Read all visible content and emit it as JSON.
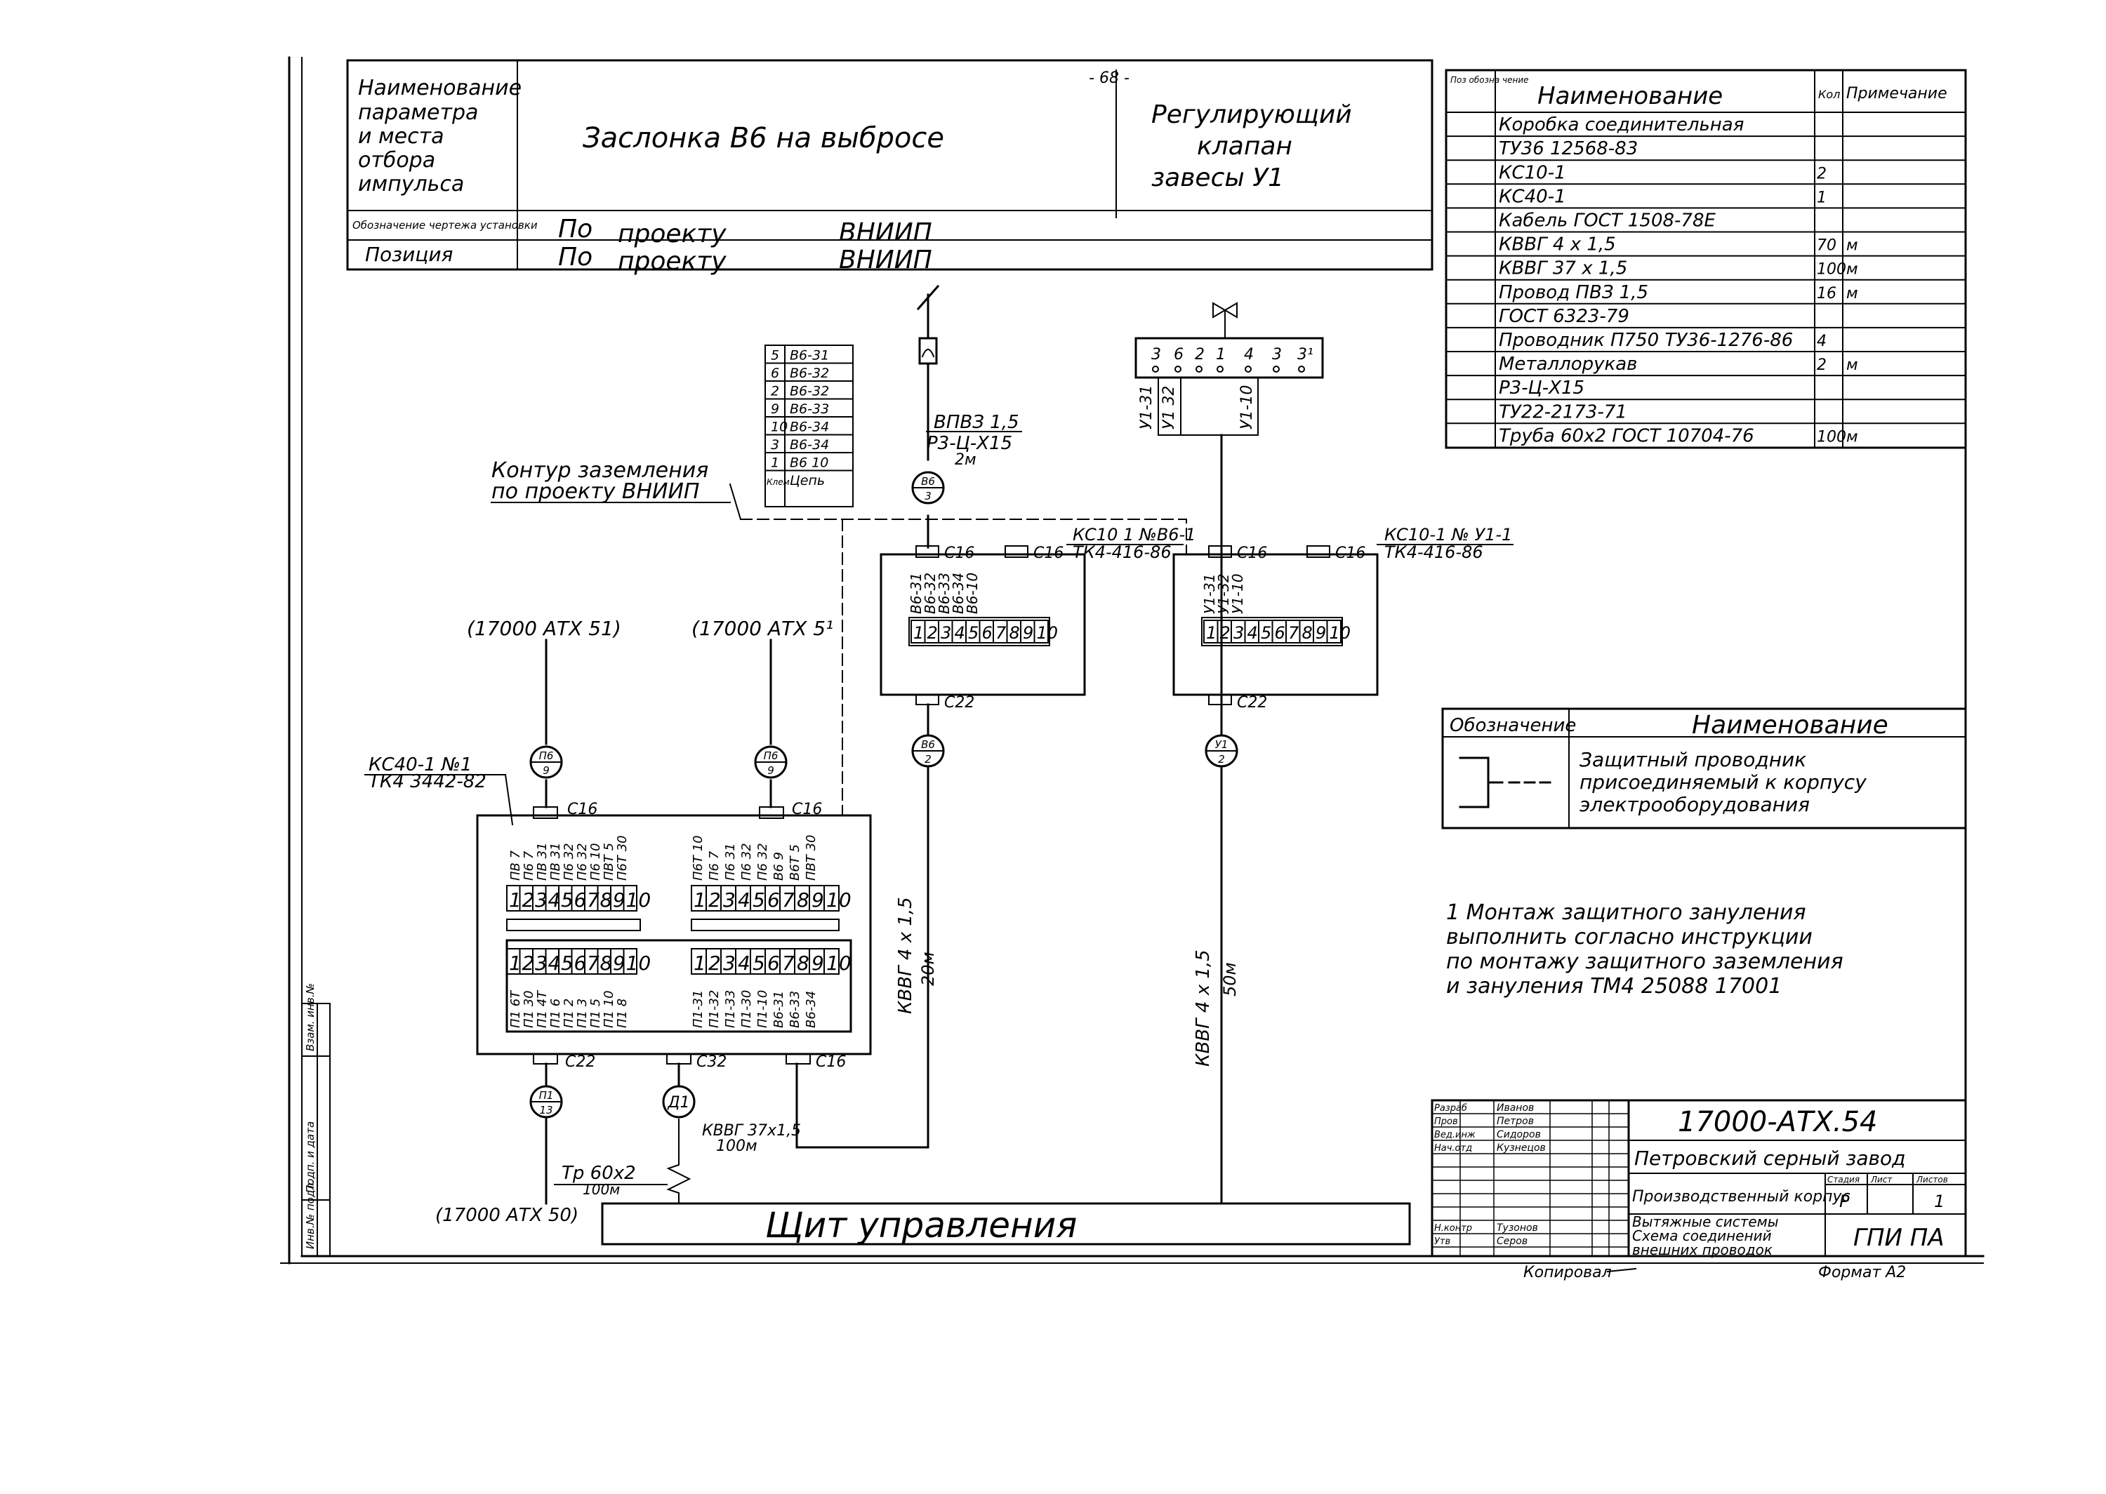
{
  "page_number": "- 68 -",
  "header": {
    "param_label": [
      "Наименование",
      "параметра",
      "и места",
      "отбора",
      "импульса"
    ],
    "param_value": "Заслонка В6 на выбросе",
    "right_value": [
      "Регулирующий",
      "клапан",
      "завесы У1"
    ],
    "install_label": "Обозначение чертежа установки",
    "install_value": [
      "По",
      "проекту",
      "ВНИИП"
    ],
    "position_label": "Позиция",
    "position_value": [
      "По",
      "проекту",
      "ВНИИП"
    ]
  },
  "spec_table": {
    "headers": [
      "Поз обозна чение",
      "Наименование",
      "Кол",
      "Примечание"
    ],
    "rows": [
      {
        "name": "Коробка соединительная",
        "qty": "",
        "note": ""
      },
      {
        "name": "ТУ36 12568-83",
        "qty": "",
        "note": ""
      },
      {
        "name": "КС10-1",
        "qty": "2",
        "note": ""
      },
      {
        "name": "КС40-1",
        "qty": "1",
        "note": ""
      },
      {
        "name": "Кабель ГОСТ 1508-78Е",
        "qty": "",
        "note": ""
      },
      {
        "name": "КВВГ 4 х 1,5",
        "qty": "70",
        "note": "м"
      },
      {
        "name": "КВВГ 37 х 1,5",
        "qty": "100",
        "note": "м"
      },
      {
        "name": "Провод ПВЗ 1,5",
        "qty": "16",
        "note": "м"
      },
      {
        "name": "ГОСТ 6323-79",
        "qty": "",
        "note": ""
      },
      {
        "name": "Проводник П750 ТУ36-1276-86",
        "qty": "4",
        "note": ""
      },
      {
        "name": "Металлорукав",
        "qty": "2",
        "note": "м"
      },
      {
        "name": "Р3-Ц-Х15",
        "qty": "",
        "note": ""
      },
      {
        "name": "ТУ22-2173-71",
        "qty": "",
        "note": ""
      },
      {
        "name": "Труба 60х2 ГОСТ 10704-76",
        "qty": "100",
        "note": "м"
      }
    ]
  },
  "chain_table": {
    "rows": [
      [
        "5",
        "В6-31"
      ],
      [
        "6",
        "В6-32"
      ],
      [
        "2",
        "В6-32"
      ],
      [
        "9",
        "В6-33"
      ],
      [
        "10",
        "В6-34"
      ],
      [
        "3",
        "В6-34"
      ],
      [
        "1",
        "В6 10"
      ]
    ],
    "footer": [
      "Клем",
      "Цепь"
    ]
  },
  "labels": {
    "ground": [
      "Контур заземления",
      "по проекту ВНИИП"
    ],
    "ref_left": "(17000 АТХ 51)",
    "ref_mid": "(17000 АТХ 5¹",
    "ref_bottom": "(17000 АТХ 50)",
    "ks40_name": "КС40-1 №1",
    "ks40_tk": "ТК4 3442-82",
    "ks10a_name": "КС10 1 №В6-1",
    "ks10a_tk": "ТК4-416-86",
    "ks10b_name": "КС10-1 № У1-1",
    "ks10b_tk": "ТК4-416-86",
    "c16": "С16",
    "c22": "С22",
    "c32": "С32",
    "wire_a1": "ВПВЗ 1,5",
    "wire_a2": "Р3-Ц-Х15",
    "wire_a3": "2м",
    "cable_b6": "КВВГ 4 х 1,5",
    "cable_b6_len": "20м",
    "cable_y1": "КВВГ 4 х 1,5",
    "cable_y1_len": "50м",
    "cable_d1": "КВВГ 37х1,5",
    "cable_d1_len": "100м",
    "pipe": "Тр 60х2",
    "pipe_len": "100м",
    "panel": "Щит управления",
    "valve_terminals": [
      "3",
      "6",
      "2",
      "1",
      "4",
      "3",
      "3¹"
    ],
    "valve_wires": [
      "У1-31",
      "У1 32",
      "У1-10"
    ],
    "terms10": [
      "1",
      "2",
      "3",
      "4",
      "5",
      "6",
      "7",
      "8",
      "9",
      "10"
    ]
  },
  "bubbles": [
    {
      "top": "В6",
      "bot": "3"
    },
    {
      "top": "В6",
      "bot": "2"
    },
    {
      "top": "У1",
      "bot": "2"
    },
    {
      "top": "П6",
      "bot": "9"
    },
    {
      "top": "П6",
      "bot": "9"
    },
    {
      "top": "П1",
      "bot": "13"
    },
    {
      "top": "Д1",
      "bot": ""
    }
  ],
  "ks10a_wires": [
    "В6-31",
    "В6-32",
    "В6-33",
    "В6-34",
    "В6-10"
  ],
  "ks10b_wires": [
    "У1-31",
    "У1-32",
    "У1-10"
  ],
  "ks40_top_wires": [
    "ПВ 7",
    "П6 7",
    "ПВ 31",
    "ПВ 31",
    "П6 32",
    "П6 32",
    "П6 10",
    "ПВТ 5",
    "П6Т 30",
    "П6Т 10",
    "П6 7",
    "П6 31",
    "П6 32",
    "П6 32",
    "В6 9",
    "В6Т 5",
    "ПВТ 30"
  ],
  "ks40_bot_wires": [
    "П1 6Т",
    "П1 30",
    "П1 4Т",
    "П1 6",
    "П1 2",
    "П1 3",
    "П1 5",
    "П1 10",
    "П1 8",
    "П1-31",
    "П1-32",
    "П1-33",
    "П1-30",
    "П1-10",
    "В6-31",
    "В6-33",
    "В6-34"
  ],
  "legend": {
    "col1": "Обозначение",
    "col2": "Наименование",
    "text": [
      "Защитный проводник",
      "присоединяемый к корпусу",
      "электрооборудования"
    ]
  },
  "note": [
    "1 Монтаж защитного зануления",
    "выполнить согласно инструкции",
    "по монтажу защитного заземления",
    "и зануления ТМ4 25088 17001"
  ],
  "title_block": {
    "sign_rows": [
      [
        "Разраб",
        "Иванов"
      ],
      [
        "Пров",
        "Петров"
      ],
      [
        "Вед.инж",
        "Сидоров"
      ],
      [
        "Нач.отд",
        "Кузнецов"
      ],
      [
        "Н.контр",
        "Тузонов"
      ],
      [
        "Утв",
        "Серов"
      ]
    ],
    "code": "17000-АТХ.54",
    "plant": "Петровский серный завод",
    "building": "Производственный корпус",
    "stage_headers": [
      "Стадия",
      "Лист",
      "Листов"
    ],
    "stage_values": [
      "Р",
      "",
      "1"
    ],
    "desc": [
      "Вытяжные системы",
      "Схема соединений",
      "внешних проводок"
    ],
    "org": "ГПИ ПА",
    "copied": "Копировал",
    "format": "Формат А2"
  },
  "side_stamp": [
    "Инв.№ подл.",
    "Подп. и дата",
    "Взам. инв.№"
  ]
}
